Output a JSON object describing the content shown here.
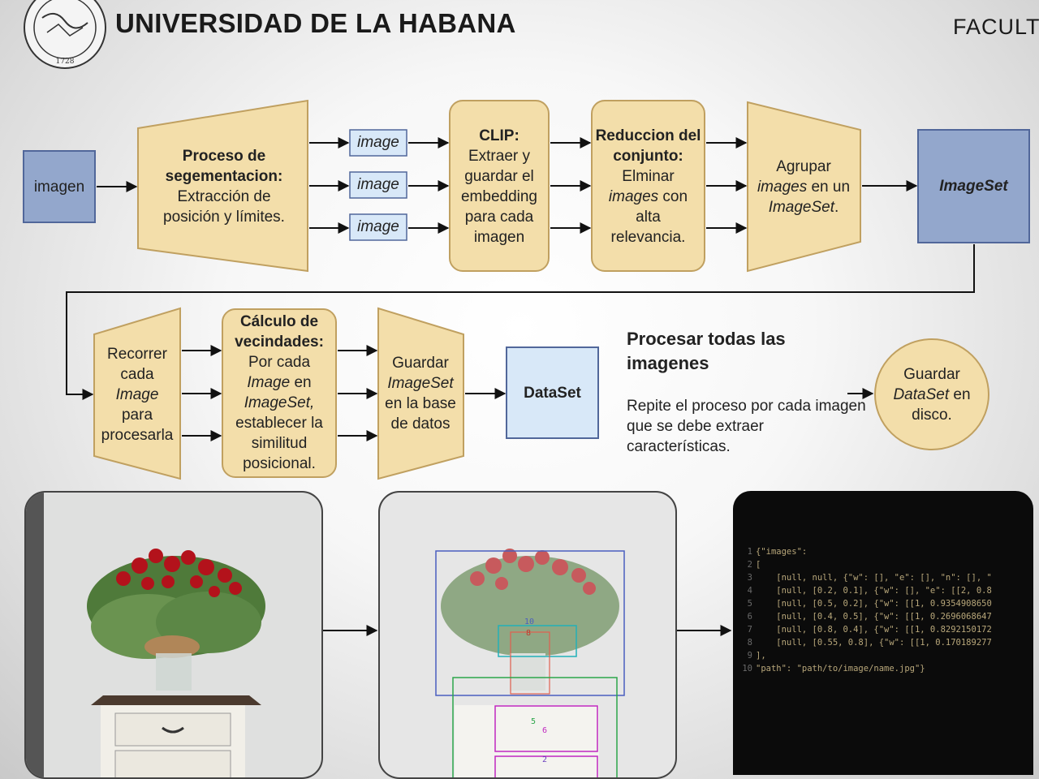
{
  "header": {
    "university": "UNIVERSIDAD DE LA HABANA",
    "faculty_partial": "FACULT",
    "seal_year": "1728"
  },
  "flow_row1": {
    "input_box": "imagen",
    "segmentation": {
      "title": "Proceso de segementacion:",
      "body": "Extracción de posición y límites."
    },
    "image_chips": [
      "image",
      "image",
      "image"
    ],
    "clip": {
      "title": "CLIP:",
      "body": "Extraer y guardar el embedding para cada imagen"
    },
    "reduction": {
      "title": "Reduccion del conjunto:",
      "line1": "Elminar",
      "line2_italic": "images",
      "line2_rest": " con",
      "line3": "alta",
      "line4": "relevancia."
    },
    "group": {
      "line1": "Agrupar",
      "line2_italic": "images",
      "line2_rest": " en un",
      "line3_italic": "ImageSet",
      "line3_rest": "."
    },
    "imageset_box": "ImageSet"
  },
  "flow_row2": {
    "traverse": {
      "line1": "Recorrer",
      "line2": "cada",
      "line3_italic": "Image",
      "line4": "para",
      "line5": "procesarla"
    },
    "neighbors": {
      "title": "Cálculo de vecindades:",
      "line1": "Por cada",
      "line2_italic": "Image",
      "line2_rest": " en",
      "line3_italic": "ImageSet,",
      "line4": "establecer la",
      "line5": "similitud",
      "line6": "posicional."
    },
    "save_db": {
      "line1": "Guardar",
      "line2_italic": "ImageSet",
      "line3": "en la base",
      "line4": "de datos"
    },
    "dataset_box": "DataSet",
    "process_all": {
      "title": "Procesar todas las imagenes",
      "text": "Repite el proceso por cada imagen que se debe extraer características."
    },
    "save_disk": {
      "line1": "Guardar",
      "line2_italic": "DataSet",
      "line2_rest": " en",
      "line3": "disco."
    }
  },
  "bbox_labels": [
    "10",
    "8",
    "5",
    "6",
    "2"
  ],
  "code_sample": {
    "line_numbers": [
      "1",
      "2",
      "3",
      "4",
      "5",
      "6",
      "7",
      "8",
      "9",
      "10"
    ],
    "lines": [
      "{\"images\":",
      "[",
      "    [null, null, {\"w\": [], \"e\": [], \"n\": [], \"",
      "    [null, [0.2, 0.1], {\"w\": [], \"e\": [[2, 0.8",
      "    [null, [0.5, 0.2], {\"w\": [[1, 0.9354908650",
      "    [null, [0.4, 0.5], {\"w\": [[1, 0.2696068647",
      "    [null, [0.8, 0.4], {\"w\": [[1, 0.8292150172",
      "    [null, [0.55, 0.8], {\"w\": [[1, 0.170189277",
      "],",
      "\"path\": \"path/to/image/name.jpg\"}"
    ]
  },
  "colors": {
    "tan_fill": "#f3deaa",
    "tan_stroke": "#c0a060",
    "blue_dark_fill": "#93a7cc",
    "blue_stroke": "#51679a",
    "blue_light_fill": "#d8e8f8",
    "code_bg": "#0b0b0b"
  }
}
